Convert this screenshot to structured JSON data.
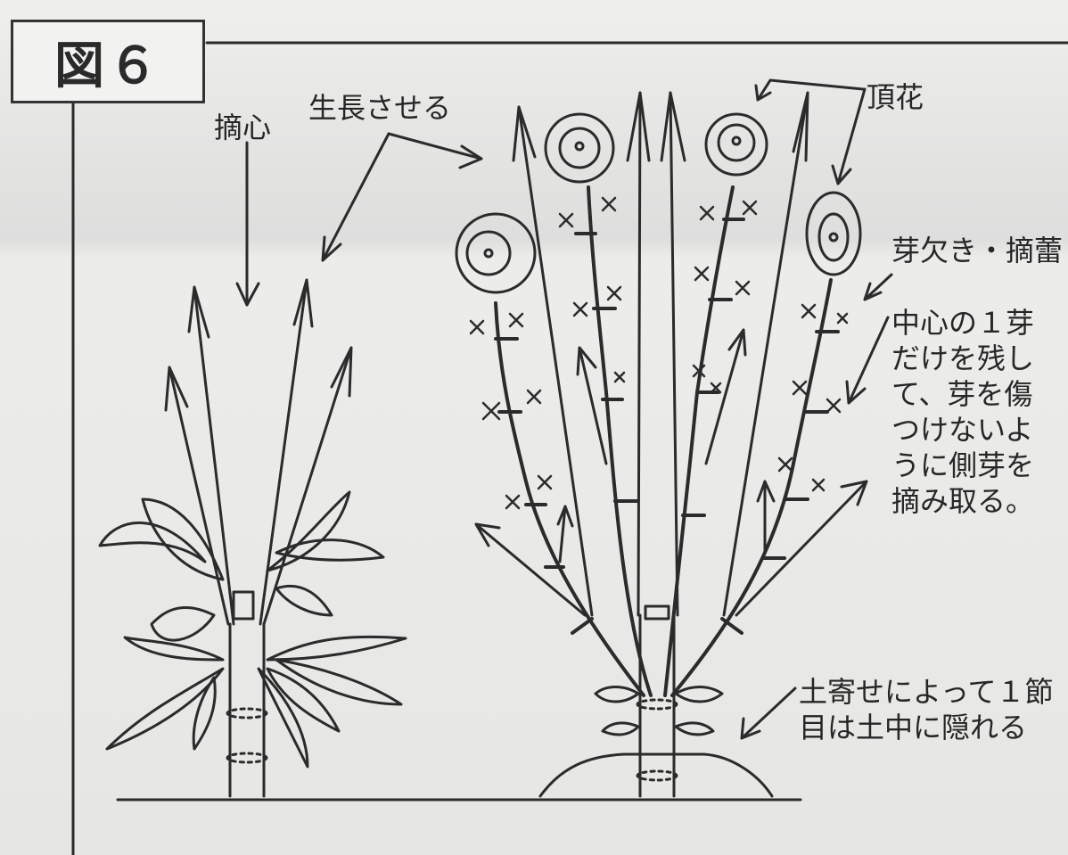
{
  "figure_label": "図６",
  "labels": {
    "pinch": "摘心",
    "grow": "生長させる",
    "terminal_flower": "頂花",
    "disbud": "芽欠き・摘蕾",
    "disbud_note": "中心の１芽だけを残して、芽を傷つけないように側芽を摘み取る。",
    "hilling_note": "土寄せによって１節目は土中に隠れる"
  },
  "colors": {
    "ink": "#2b2b2b",
    "paper": "#e9e9e7"
  }
}
